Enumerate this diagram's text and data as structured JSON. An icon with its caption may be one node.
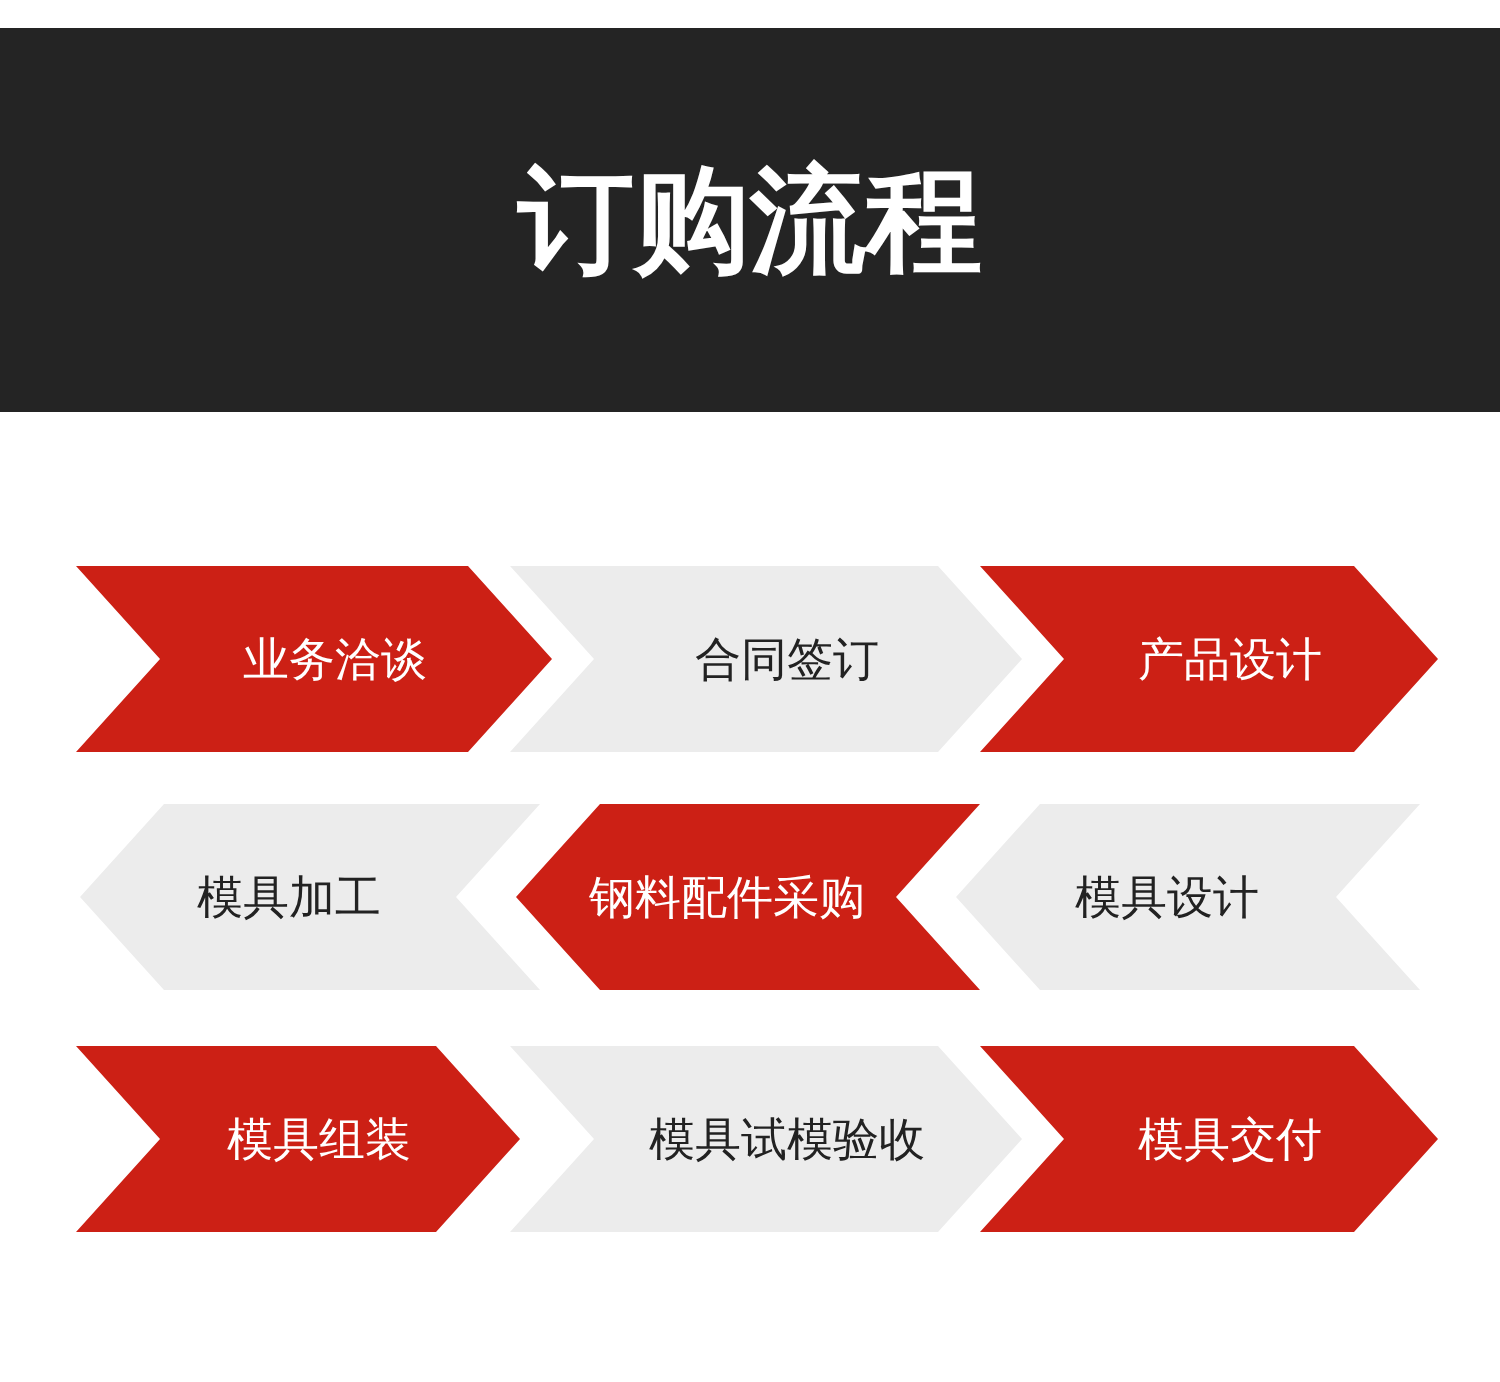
{
  "diagram": {
    "title": "订购流程",
    "nodes": [
      {
        "text": [
          "业务洽谈"
        ]
      },
      {
        "text": [
          "合同签订"
        ]
      },
      {
        "text": [
          "产品设计"
        ]
      },
      {
        "text": [
          "模具加工"
        ]
      },
      {
        "text": [
          "钢料配件采购"
        ]
      },
      {
        "text": [
          "模具设计"
        ]
      },
      {
        "text": [
          "模具组装"
        ]
      },
      {
        "text": [
          "模具试模验收"
        ]
      },
      {
        "text": [
          "模具交付"
        ]
      }
    ]
  }
}
